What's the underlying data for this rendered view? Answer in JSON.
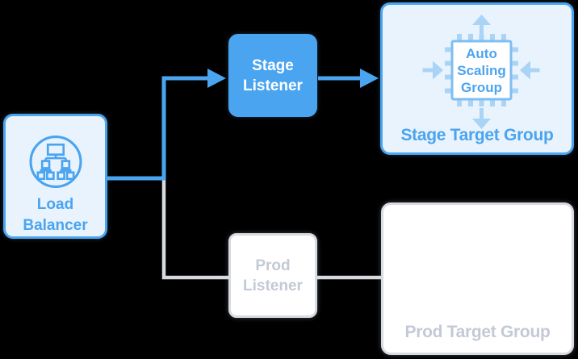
{
  "diagram": {
    "load_balancer": {
      "label": [
        "Load",
        "Balancer"
      ]
    },
    "stage_listener": {
      "label": [
        "Stage",
        "Listener"
      ]
    },
    "prod_listener": {
      "label": [
        "Prod",
        "Listener"
      ]
    },
    "stage_target_group": {
      "title": "Stage Target Group",
      "chip_label": [
        "Auto",
        "Scaling",
        "Group"
      ]
    },
    "prod_target_group": {
      "title": "Prod Target Group"
    }
  },
  "icons": {
    "load_balancer": "network-tree-icon",
    "auto_scaling": "cpu-chip-icon",
    "scale_arrows": [
      "arrow-up-icon",
      "arrow-down-icon",
      "arrow-right-icon",
      "arrow-left-icon"
    ],
    "flow_arrows": "arrow-right-icon"
  },
  "colors": {
    "background": "#000000",
    "blue": "#4AA4EF",
    "box_fill_light": "#E9F3FD",
    "chip_border": "#7EBEF2",
    "chip_accent": "#A9D4F6",
    "gray_border": "#D8DBE1",
    "gray_line": "#D7DADF",
    "gray_text": "#C3C9D5",
    "white": "#FFFFFF"
  }
}
